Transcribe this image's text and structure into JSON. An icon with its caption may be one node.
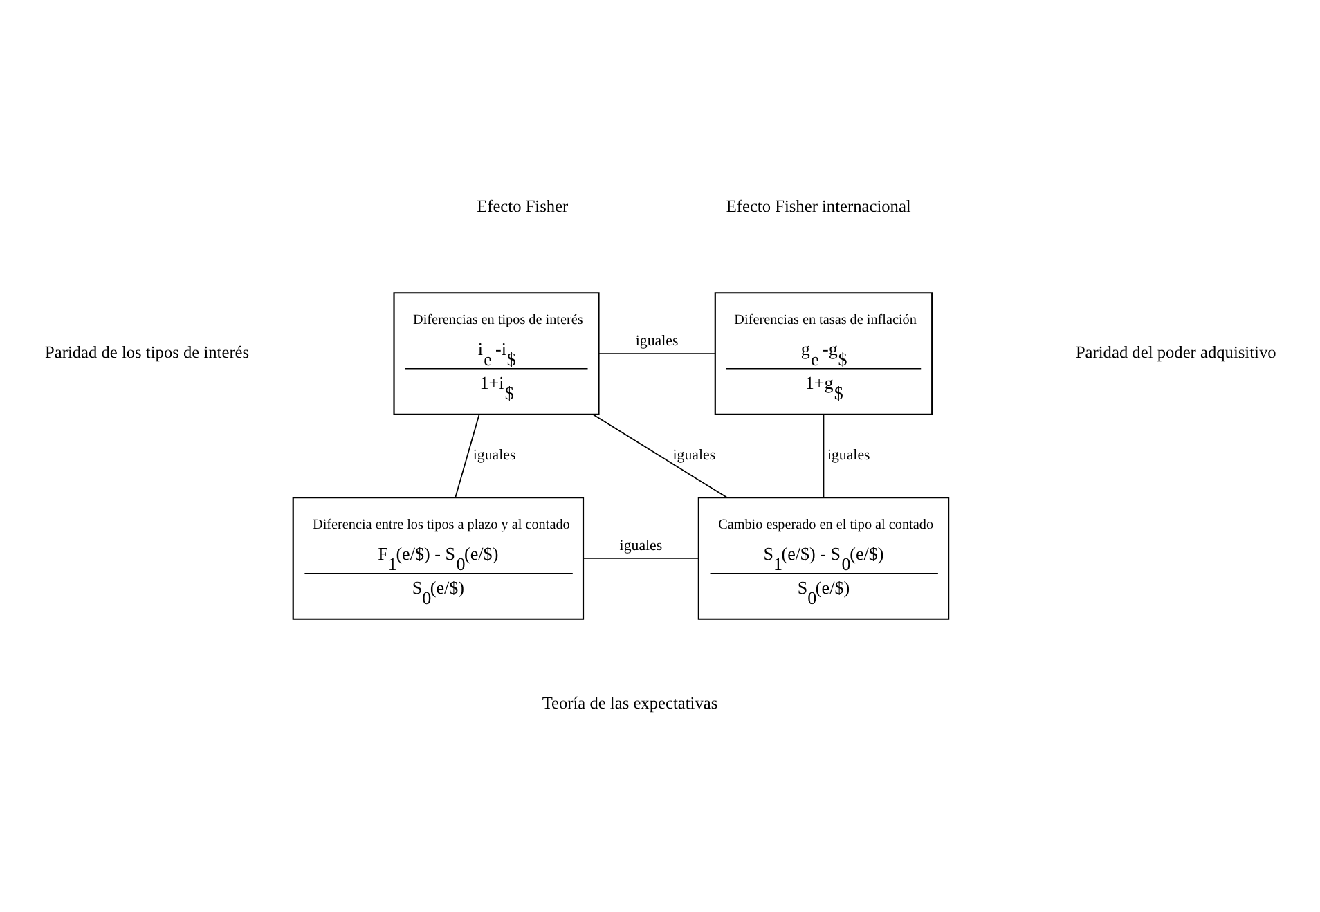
{
  "diagram": {
    "nodes": [
      {
        "text": [
          "Diferencias en tipos de interés",
          "i$_{e}$ -i$_{$}$",
          "1+i$_{$}$"
        ]
      },
      {
        "text": [
          "Diferencias en tasas de inflación",
          "g$_{e}$ -g$_{$}$",
          "1+g$_{$}$"
        ]
      },
      {
        "text": [
          "Diferencia entre los tipos a plazo y al contado",
          "F$_{1}$(e/$) - S$_{0}$(e/$)",
          "S$_{0}$(e/$)"
        ]
      },
      {
        "text": [
          "Cambio esperado en el tipo al contado",
          "S$_{1}$(e/$) - S$_{0}$(e/$)",
          "S$_{0}$(e/$)"
        ]
      }
    ],
    "edges": [
      {
        "from": 0,
        "to": 1,
        "arrow": "none",
        "label": "iguales"
      },
      {
        "from": 0,
        "to": 2,
        "arrow": "none",
        "label": "iguales"
      },
      {
        "from": 0,
        "to": 3,
        "arrow": "none",
        "label": "iguales"
      },
      {
        "from": 1,
        "to": 3,
        "arrow": "none",
        "label": "iguales"
      },
      {
        "from": 2,
        "to": 3,
        "arrow": "none",
        "label": "iguales"
      }
    ],
    "labels": [
      "Efecto Fisher",
      "Paridad de los tipos de interés",
      "Efecto Fisher internacional",
      "Paridad del poder adquisitivo",
      "Teoría de las expectativas"
    ]
  }
}
